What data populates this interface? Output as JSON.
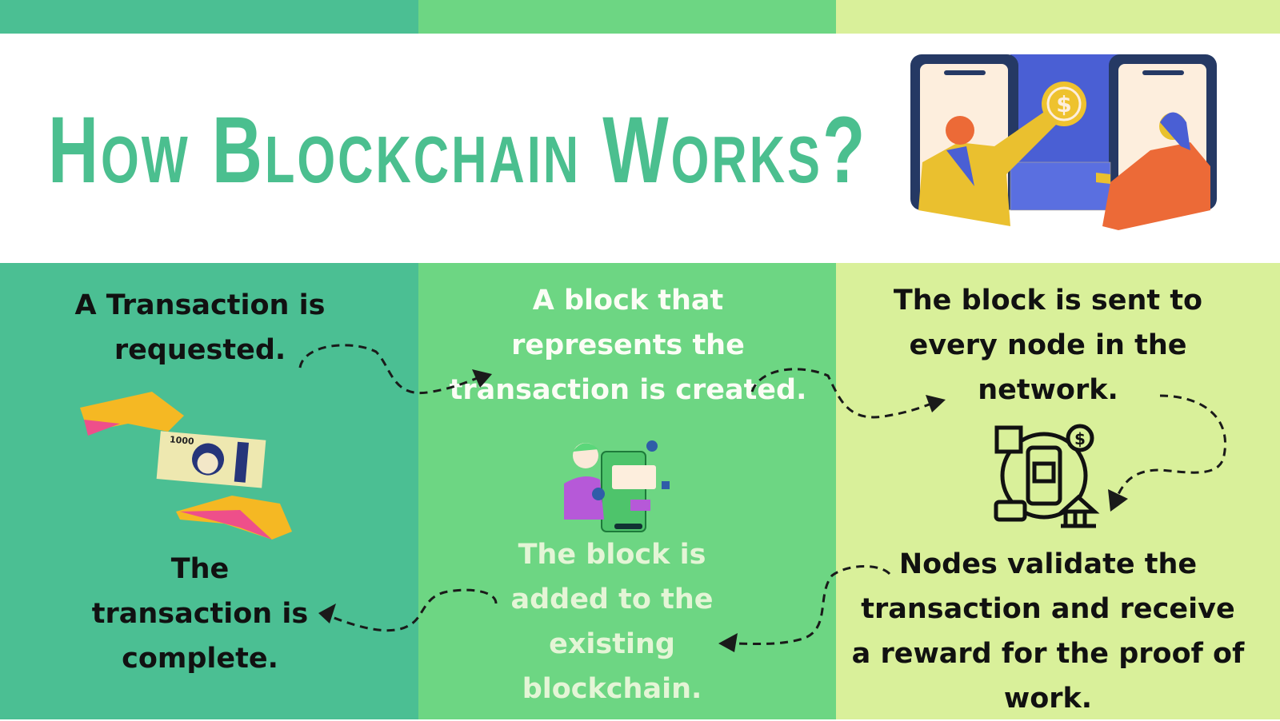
{
  "colors": {
    "dark_green": "#4bbf93",
    "mid_green": "#6dd683",
    "light_green": "#d9f09a",
    "title": "#4bbf8f"
  },
  "title": "How Blockchain Works?",
  "steps": [
    {
      "text": "A Transaction is requested."
    },
    {
      "text": "A block that represents the transaction is created."
    },
    {
      "text": "The block is sent to every node in the network."
    },
    {
      "text": "Nodes validate the transaction and receive a reward for the proof of work."
    },
    {
      "text": "The block is added to the existing blockchain."
    },
    {
      "text": "The transaction is complete."
    }
  ],
  "banknote_value": "1000"
}
